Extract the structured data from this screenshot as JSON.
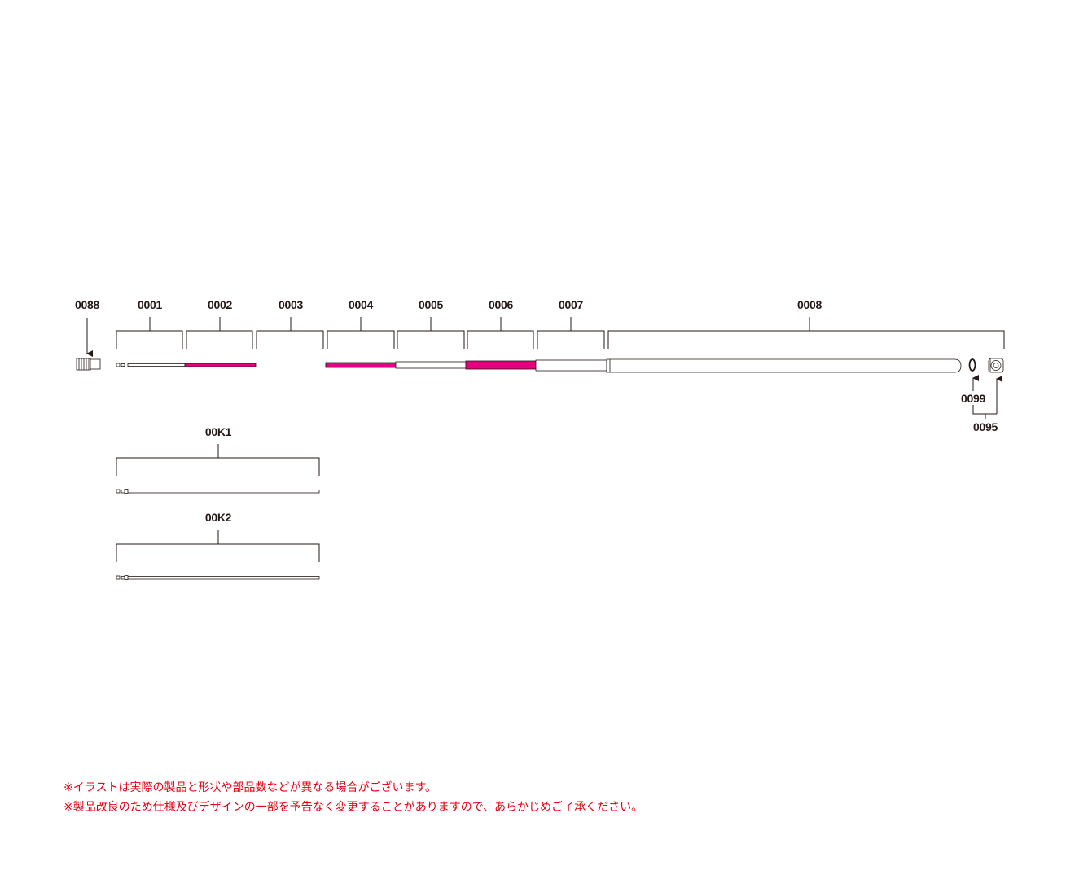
{
  "colors": {
    "accent_magenta": "#e4007f",
    "line": "#231815",
    "note_red": "#e60012"
  },
  "parts": {
    "p0088": "0088",
    "p0001": "0001",
    "p0002": "0002",
    "p0003": "0003",
    "p0004": "0004",
    "p0005": "0005",
    "p0006": "0006",
    "p0007": "0007",
    "p0008": "0008",
    "p0099": "0099",
    "p0095": "0095",
    "p00K1": "00K1",
    "p00K2": "00K2"
  },
  "notes": {
    "line1": "※イラストは実際の製品と形状や部品数などが異なる場合がございます。",
    "line2": "※製品改良のため仕様及びデザインの一部を予告なく変更することがありますので、あらかじめご了承ください。"
  }
}
